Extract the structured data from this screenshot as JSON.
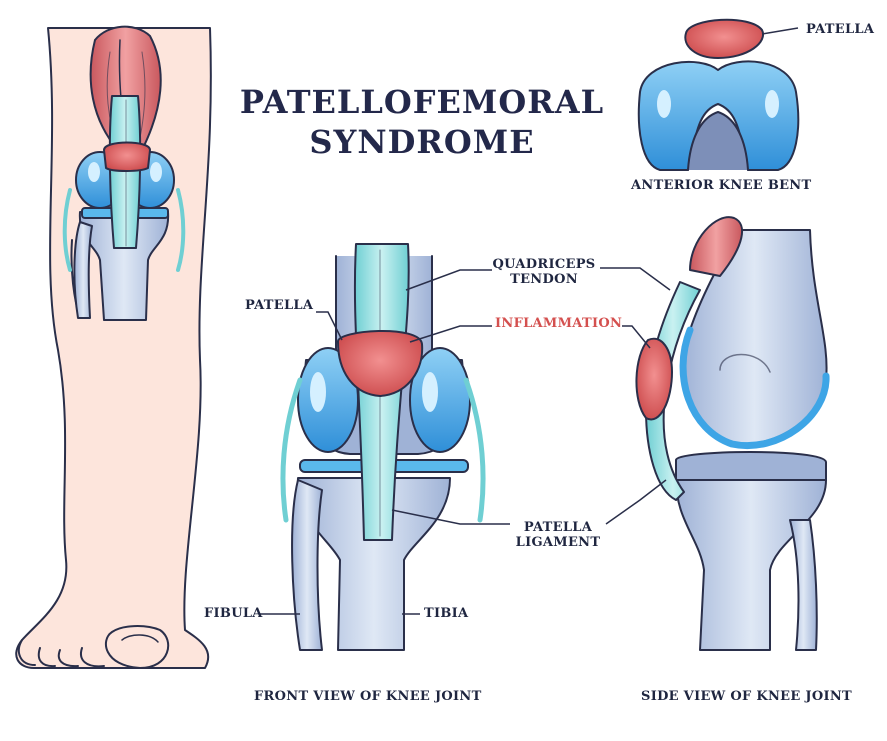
{
  "title": {
    "line1": "PATELLOFEMORAL",
    "line2": "SYNDROME"
  },
  "labels": {
    "patella_top": "PATELLA",
    "anterior_knee_bent": "ANTERIOR KNEE BENT",
    "quadriceps_tendon_1": "QUADRICEPS",
    "quadriceps_tendon_2": "TENDON",
    "patella_front": "PATELLA",
    "inflammation": "INFLAMMATION",
    "patella_ligament_1": "PATELLA",
    "patella_ligament_2": "LIGAMENT",
    "fibula": "FIBULA",
    "tibia": "TIBIA",
    "front_view": "FRONT VIEW OF KNEE JOINT",
    "side_view": "SIDE VIEW OF KNEE JOINT"
  },
  "colors": {
    "outline": "#2a2f4a",
    "skin": "#fde5dc",
    "muscle": "#d9656a",
    "cartilage": "#3ea5e6",
    "bone": "#bccbe3",
    "tendon": "#8fdde0",
    "inflammation": "#d4504f"
  }
}
